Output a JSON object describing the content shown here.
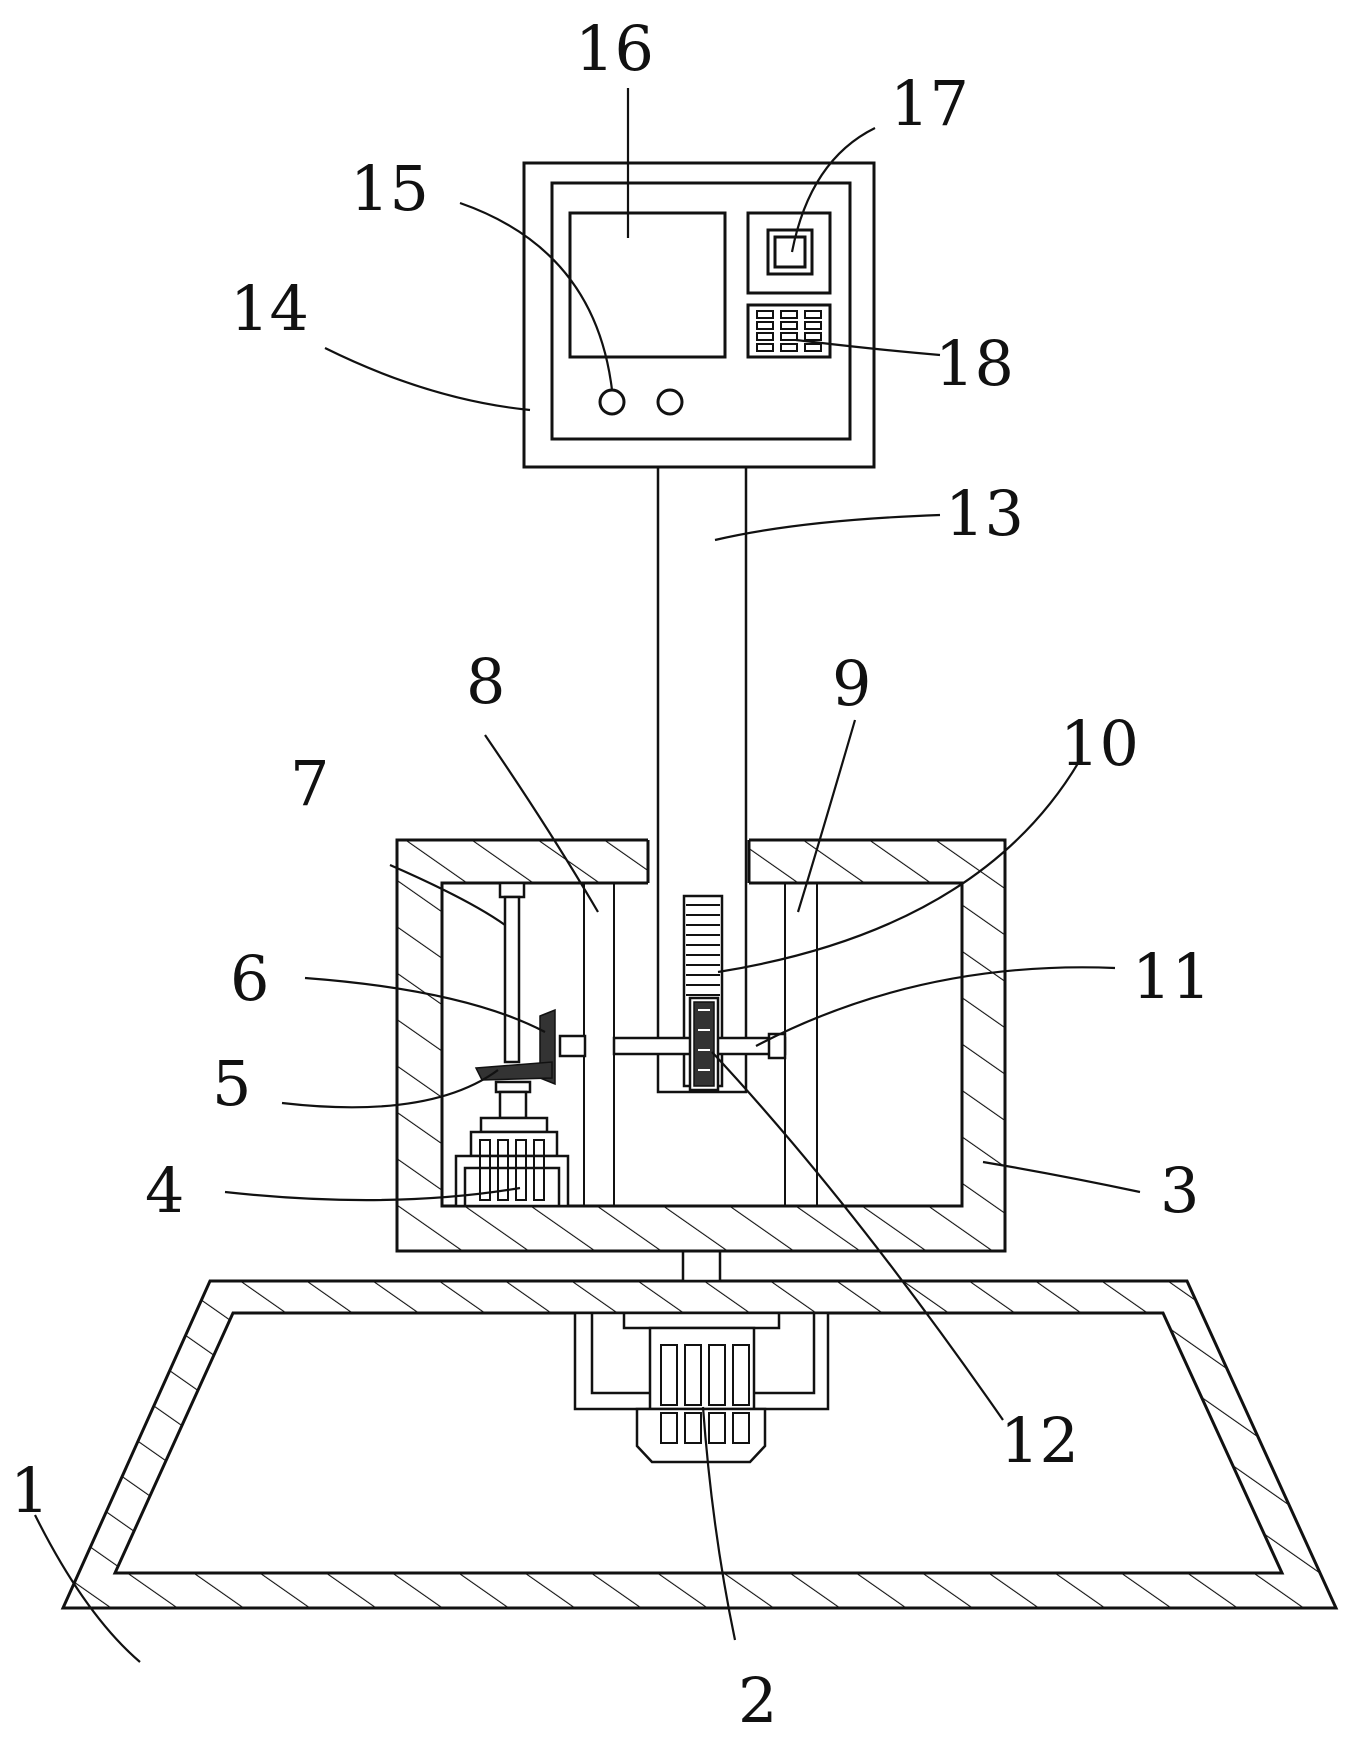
{
  "labels": {
    "l1": "1",
    "l2": "2",
    "l3": "3",
    "l4": "4",
    "l5": "5",
    "l6": "6",
    "l7": "7",
    "l8": "8",
    "l9": "9",
    "l10": "10",
    "l11": "11",
    "l12": "12",
    "l13": "13",
    "l14": "14",
    "l15": "15",
    "l16": "16",
    "l17": "17",
    "l18": "18"
  },
  "colors": {
    "line": "#111111",
    "background": "#ffffff"
  }
}
